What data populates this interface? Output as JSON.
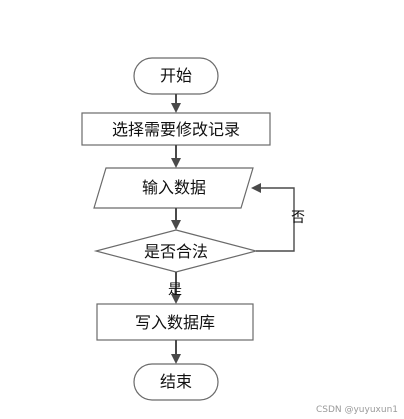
{
  "flowchart": {
    "nodes": {
      "start": "开始",
      "select": "选择需要修改记录",
      "input": "输入数据",
      "decision": "是否合法",
      "write": "写入数据库",
      "end": "结束"
    },
    "edges": {
      "no_label": "否",
      "yes_label": "是"
    }
  },
  "watermark": "CSDN @yuyuxun1",
  "colors": {
    "line": "#4a4a4a",
    "node_border": "#6a6a6a",
    "node_fill": "#ffffff",
    "decision_fill": "#ffffff"
  }
}
